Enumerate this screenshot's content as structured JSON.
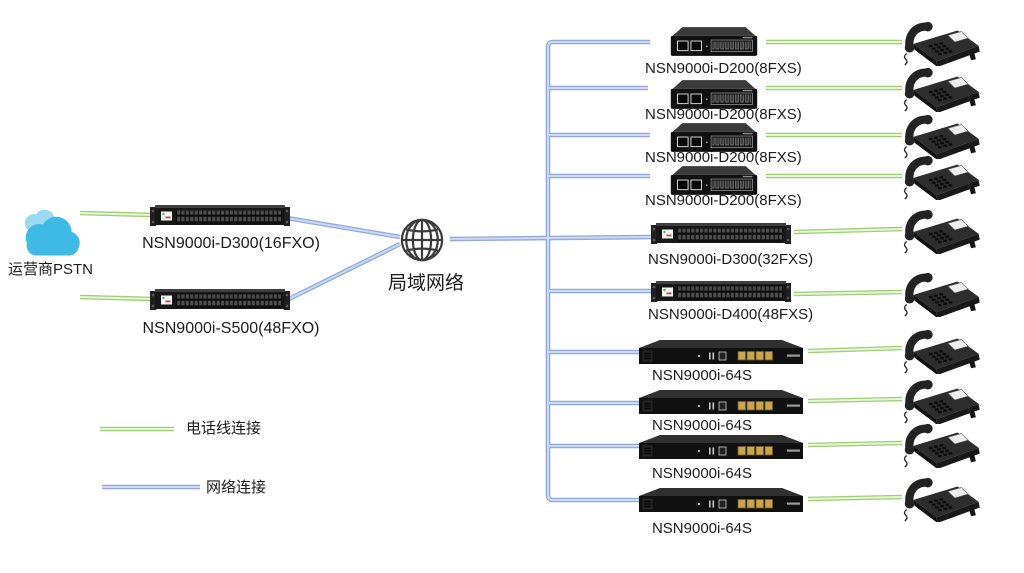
{
  "diagram": {
    "pstn": {
      "label": "运营商PSTN",
      "icon": "cloud-icon"
    },
    "lan": {
      "label": "局域网络",
      "icon": "globe-icon"
    },
    "gateways_left": [
      {
        "label": "NSN9000i-D300(16FXO)",
        "type": "rack-gateway"
      },
      {
        "label": "NSN9000i-S500(48FXO)",
        "type": "rack-gateway"
      }
    ],
    "gateways_right": [
      {
        "label": "NSN9000i-D200(8FXS)",
        "type": "desktop-gateway"
      },
      {
        "label": "NSN9000i-D200(8FXS)",
        "type": "desktop-gateway"
      },
      {
        "label": "NSN9000i-D200(8FXS)",
        "type": "desktop-gateway"
      },
      {
        "label": "NSN9000i-D200(8FXS)",
        "type": "desktop-gateway"
      },
      {
        "label": "NSN9000i-D300(32FXS)",
        "type": "rack-gateway"
      },
      {
        "label": "NSN9000i-D400(48FXS)",
        "type": "rack-gateway"
      },
      {
        "label": "NSN9000i-64S",
        "type": "server-gateway"
      },
      {
        "label": "NSN9000i-64S",
        "type": "server-gateway"
      },
      {
        "label": "NSN9000i-64S",
        "type": "server-gateway"
      },
      {
        "label": "NSN9000i-64S",
        "type": "server-gateway"
      }
    ],
    "endpoint_icon": "phone-icon",
    "legend": [
      {
        "label": "电话线连接",
        "line": "phone-line",
        "color": "#9ccf70"
      },
      {
        "label": "网络连接",
        "line": "network-line",
        "color": "#8fa9dc"
      }
    ],
    "colors": {
      "phone_line": "#9ccf70",
      "phone_line_inner": "#e9f4de",
      "network_line": "#8fa9dc",
      "network_line_inner": "#cdd9f0",
      "cloud_main": "#3fb9e6",
      "cloud_light": "#9ad9f2",
      "globe_stroke": "#3b3b3b",
      "label_text": "#1b1b1b"
    }
  }
}
